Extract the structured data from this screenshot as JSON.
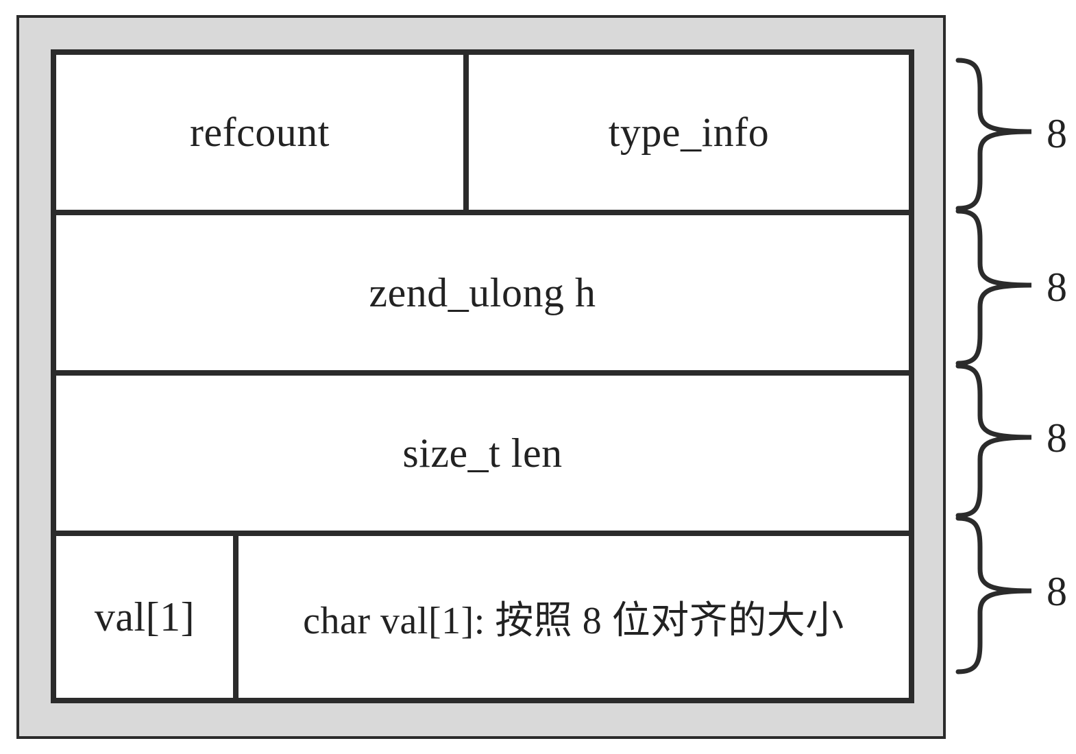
{
  "struct": {
    "row1": {
      "left": "refcount",
      "right": "type_info"
    },
    "row2": "zend_ulong h",
    "row3": "size_t len",
    "row4": {
      "left": "val[1]",
      "right": "char val[1]: 按照 8 位对齐的大小"
    }
  },
  "sizes": [
    "8",
    "8",
    "8",
    "8"
  ],
  "colors": {
    "frame_fill": "#d9d9d9",
    "line": "#2b2b2b",
    "cell_fill": "#ffffff",
    "text": "#222222"
  }
}
